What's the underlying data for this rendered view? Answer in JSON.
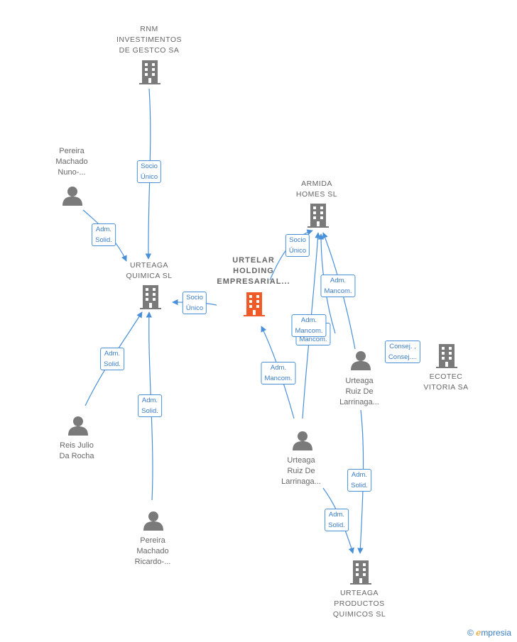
{
  "nodes": {
    "rnm": {
      "label": "RNM\nINVESTIMENTOS\nDE GESTCO SA",
      "kind": "company"
    },
    "urteaga_quimica": {
      "label": "URTEAGA\nQUIMICA SL",
      "kind": "company"
    },
    "urtelar": {
      "label": "URTELAR\nHOLDING\nEMPRESARIAL...",
      "kind": "focus"
    },
    "armida": {
      "label": "ARMIDA\nHOMES  SL",
      "kind": "company"
    },
    "ecotec": {
      "label": "ECOTEC\nVITORIA SA",
      "kind": "company"
    },
    "urteaga_productos": {
      "label": "URTEAGA\nPRODUCTOS\nQUIMICOS  SL",
      "kind": "company"
    },
    "pereira_nuno": {
      "label": "Pereira\nMachado\nNuno-...",
      "kind": "person"
    },
    "reis_julio": {
      "label": "Reis Julio\nDa Rocha",
      "kind": "person"
    },
    "pereira_ricardo": {
      "label": "Pereira\nMachado\nRicardo-...",
      "kind": "person"
    },
    "urteaga_ruiz_1": {
      "label": "Urteaga\nRuiz De\nLarrinaga...",
      "kind": "person"
    },
    "urteaga_ruiz_2": {
      "label": "Urteaga\nRuiz De\nLarrinaga...",
      "kind": "person"
    }
  },
  "edge_labels": {
    "socio_unico_1": "Socio\nÚnico",
    "adm_solid_1": "Adm.\nSolid.",
    "socio_unico_2": "Socio\nÚnico",
    "adm_solid_2": "Adm.\nSolid.",
    "adm_solid_3": "Adm.\nSolid.",
    "socio_unico_3": "Socio\nÚnico",
    "adm_mancom_1": "Adm.\nMancom.",
    "adm_mancom_2": "Adm.\nMancom.",
    "adm_mancom_3": "Adm.\nMancom.",
    "adm_mancom_4": "Adm.\nMancom.",
    "consej": "Consej. ,\nConsej....",
    "adm_solid_4": "Adm.\nSolid.",
    "adm_solid_5": "Adm.\nSolid."
  },
  "brand": {
    "symbol": "©",
    "name": "mpresia",
    "initial": "e"
  },
  "colors": {
    "company": "#7a7a7a",
    "focus": "#f05a28",
    "person": "#7a7a7a",
    "edge": "#4a90d9"
  }
}
